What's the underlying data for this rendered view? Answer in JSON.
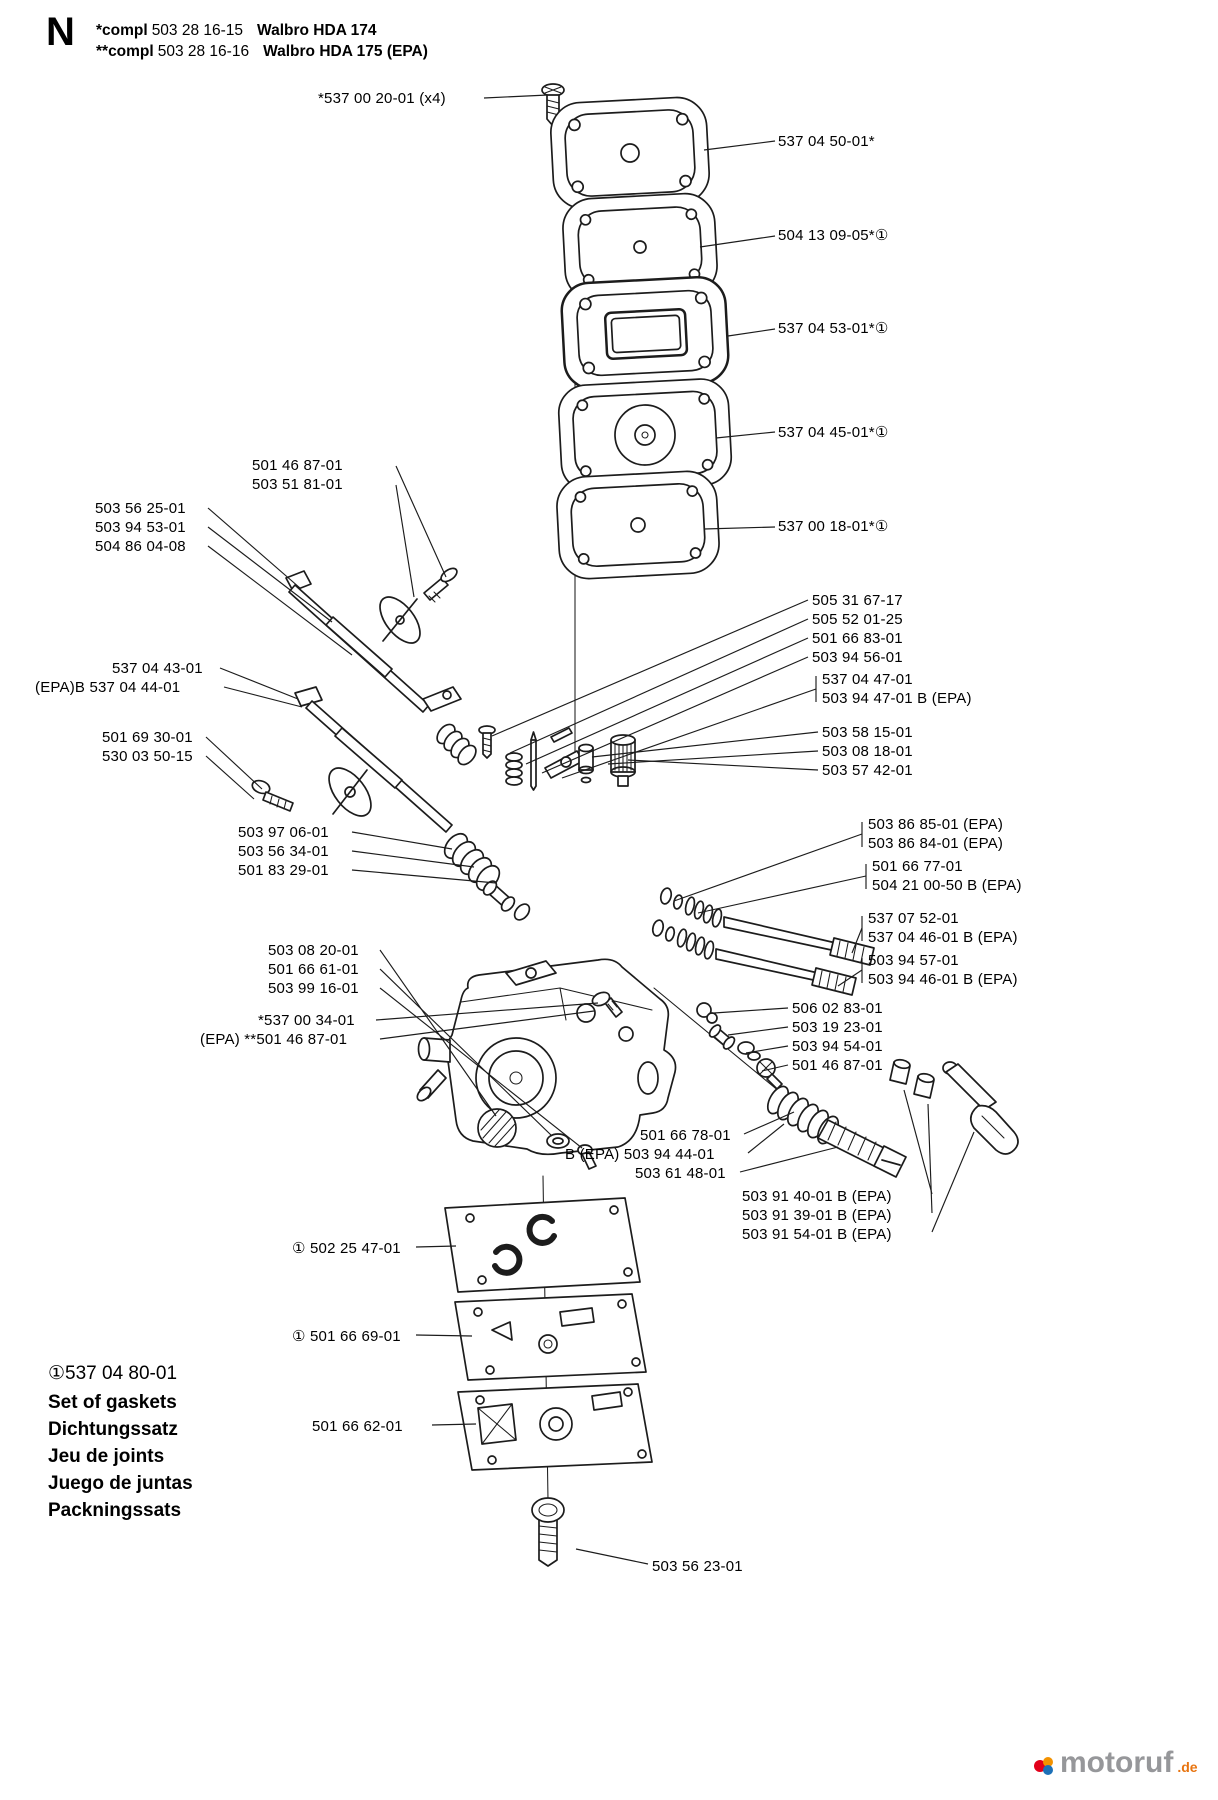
{
  "page": {
    "section_letter": "N",
    "header": {
      "line1": {
        "prefix": "*compl",
        "number": "503 28 16-15",
        "model": "Walbro HDA 174"
      },
      "line2": {
        "prefix": "**compl",
        "number": "503 28 16-16",
        "model": "Walbro HDA 175 (EPA)"
      }
    }
  },
  "callouts": [
    {
      "text": "*537 00 20-01 (x4)"
    },
    {
      "text": "537 04 50-01*"
    },
    {
      "text": "504 13 09-05*①"
    },
    {
      "text": "537 04 53-01*①"
    },
    {
      "text": "537 04 45-01*①"
    },
    {
      "text": "537 00 18-01*①"
    },
    {
      "text": "501 46 87-01"
    },
    {
      "text": "503 51 81-01"
    },
    {
      "text": "503 56 25-01"
    },
    {
      "text": "503 94 53-01"
    },
    {
      "text": "504 86 04-08"
    },
    {
      "text": "505 31 67-17"
    },
    {
      "text": "505 52 01-25"
    },
    {
      "text": "501 66 83-01"
    },
    {
      "text": "503 94 56-01"
    },
    {
      "text": "537 04 47-01"
    },
    {
      "text": "503 94 47-01 B (EPA)"
    },
    {
      "text": "537 04 43-01"
    },
    {
      "text": "(EPA)B 537 04 44-01"
    },
    {
      "text": "503 58 15-01"
    },
    {
      "text": "503 08 18-01"
    },
    {
      "text": "503 57 42-01"
    },
    {
      "text": "501 69 30-01"
    },
    {
      "text": "530 03 50-15"
    },
    {
      "text": "503 86 85-01 (EPA)"
    },
    {
      "text": "503 86 84-01 (EPA)"
    },
    {
      "text": "501 66 77-01"
    },
    {
      "text": "504 21 00-50 B (EPA)"
    },
    {
      "text": "503 97 06-01"
    },
    {
      "text": "503 56 34-01"
    },
    {
      "text": "501 83 29-01"
    },
    {
      "text": "537 07 52-01"
    },
    {
      "text": "537 04 46-01 B (EPA)"
    },
    {
      "text": "503 94 57-01"
    },
    {
      "text": "503 94 46-01 B (EPA)"
    },
    {
      "text": "503 08 20-01"
    },
    {
      "text": "501 66 61-01"
    },
    {
      "text": "503 99 16-01"
    },
    {
      "text": "506 02 83-01"
    },
    {
      "text": "503 19 23-01"
    },
    {
      "text": "503 94 54-01"
    },
    {
      "text": "501 46 87-01"
    },
    {
      "text": "*537 00 34-01"
    },
    {
      "text": "(EPA) **501 46 87-01"
    },
    {
      "text": "501 66 78-01"
    },
    {
      "text": "B (EPA) 503 94 44-01"
    },
    {
      "text": "503 61 48-01"
    },
    {
      "text": "503 91 40-01 B (EPA)"
    },
    {
      "text": "503 91 39-01 B (EPA)"
    },
    {
      "text": "503 91 54-01 B (EPA)"
    },
    {
      "text": "① 502 25 47-01"
    },
    {
      "text": "① 501 66 69-01"
    },
    {
      "text": "501 66 62-01"
    },
    {
      "text": "503 56 23-01"
    }
  ],
  "gasket_set": {
    "part_ref": "①537 04 80-01",
    "names": [
      "Set of gaskets",
      "Dichtungssatz",
      "Jeu de joints",
      "Juego de juntas",
      "Packningssats"
    ]
  },
  "watermark": {
    "brand": "motoruf",
    "tld": ".de"
  }
}
